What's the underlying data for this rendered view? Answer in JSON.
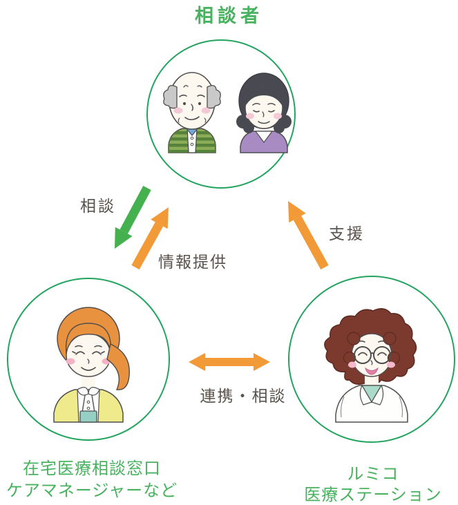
{
  "colors": {
    "background": "#ffffff",
    "green_text": "#48b25f",
    "circle_stroke": "#22a45e",
    "arrow_green": "#44b04e",
    "arrow_orange": "#f29a38",
    "label_text": "#5a524c"
  },
  "diagram": {
    "title": "相談者",
    "nodes": {
      "consulter": {
        "figure": "elderly-couple"
      },
      "consultation_desk": {
        "label_line1": "在宅医療相談窓口",
        "label_line2": "ケアマネージャーなど",
        "figure": "care-manager-woman"
      },
      "medical_station": {
        "label_line1": "ルミコ",
        "label_line2": "医療ステーション",
        "figure": "nurse-woman"
      }
    },
    "arrows": {
      "consult": {
        "label": "相談",
        "from": "consulter",
        "to": "consultation_desk"
      },
      "info": {
        "label": "情報提供",
        "from": "consultation_desk",
        "to": "consulter"
      },
      "support": {
        "label": "支援",
        "from": "medical_station",
        "to": "consulter"
      },
      "cooperation": {
        "label": "連携・相談",
        "between": "consultation_desk / medical_station",
        "bidirectional": true
      }
    }
  }
}
